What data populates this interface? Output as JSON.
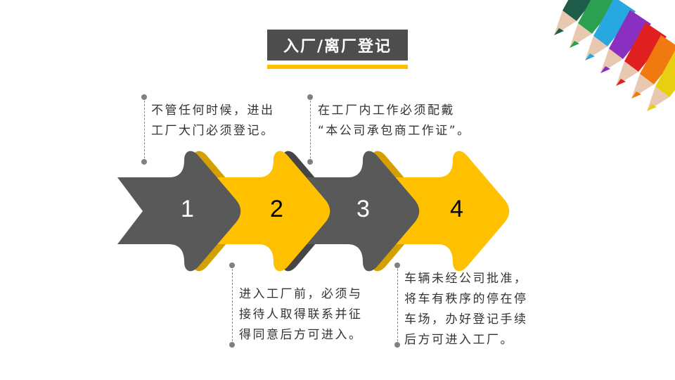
{
  "title": "入厂/离厂登记",
  "colors": {
    "dark": "#595959",
    "accent": "#ffc000"
  },
  "steps": [
    {
      "number": "1",
      "lines": [
        "不管任何时候，进出",
        "工厂大门必须登记。"
      ]
    },
    {
      "number": "2",
      "lines": [
        "进入工厂前，必须与",
        "接待人取得联系并征",
        "得同意后方可进入。"
      ]
    },
    {
      "number": "3",
      "lines": [
        "在工厂内工作必须配戴",
        "“本公司承包商工作证”。"
      ]
    },
    {
      "number": "4",
      "lines": [
        "车辆未经公司批准，",
        "将车有秩序的停在停",
        "车场，办好登记手续",
        "后方可进入工厂。"
      ]
    }
  ]
}
